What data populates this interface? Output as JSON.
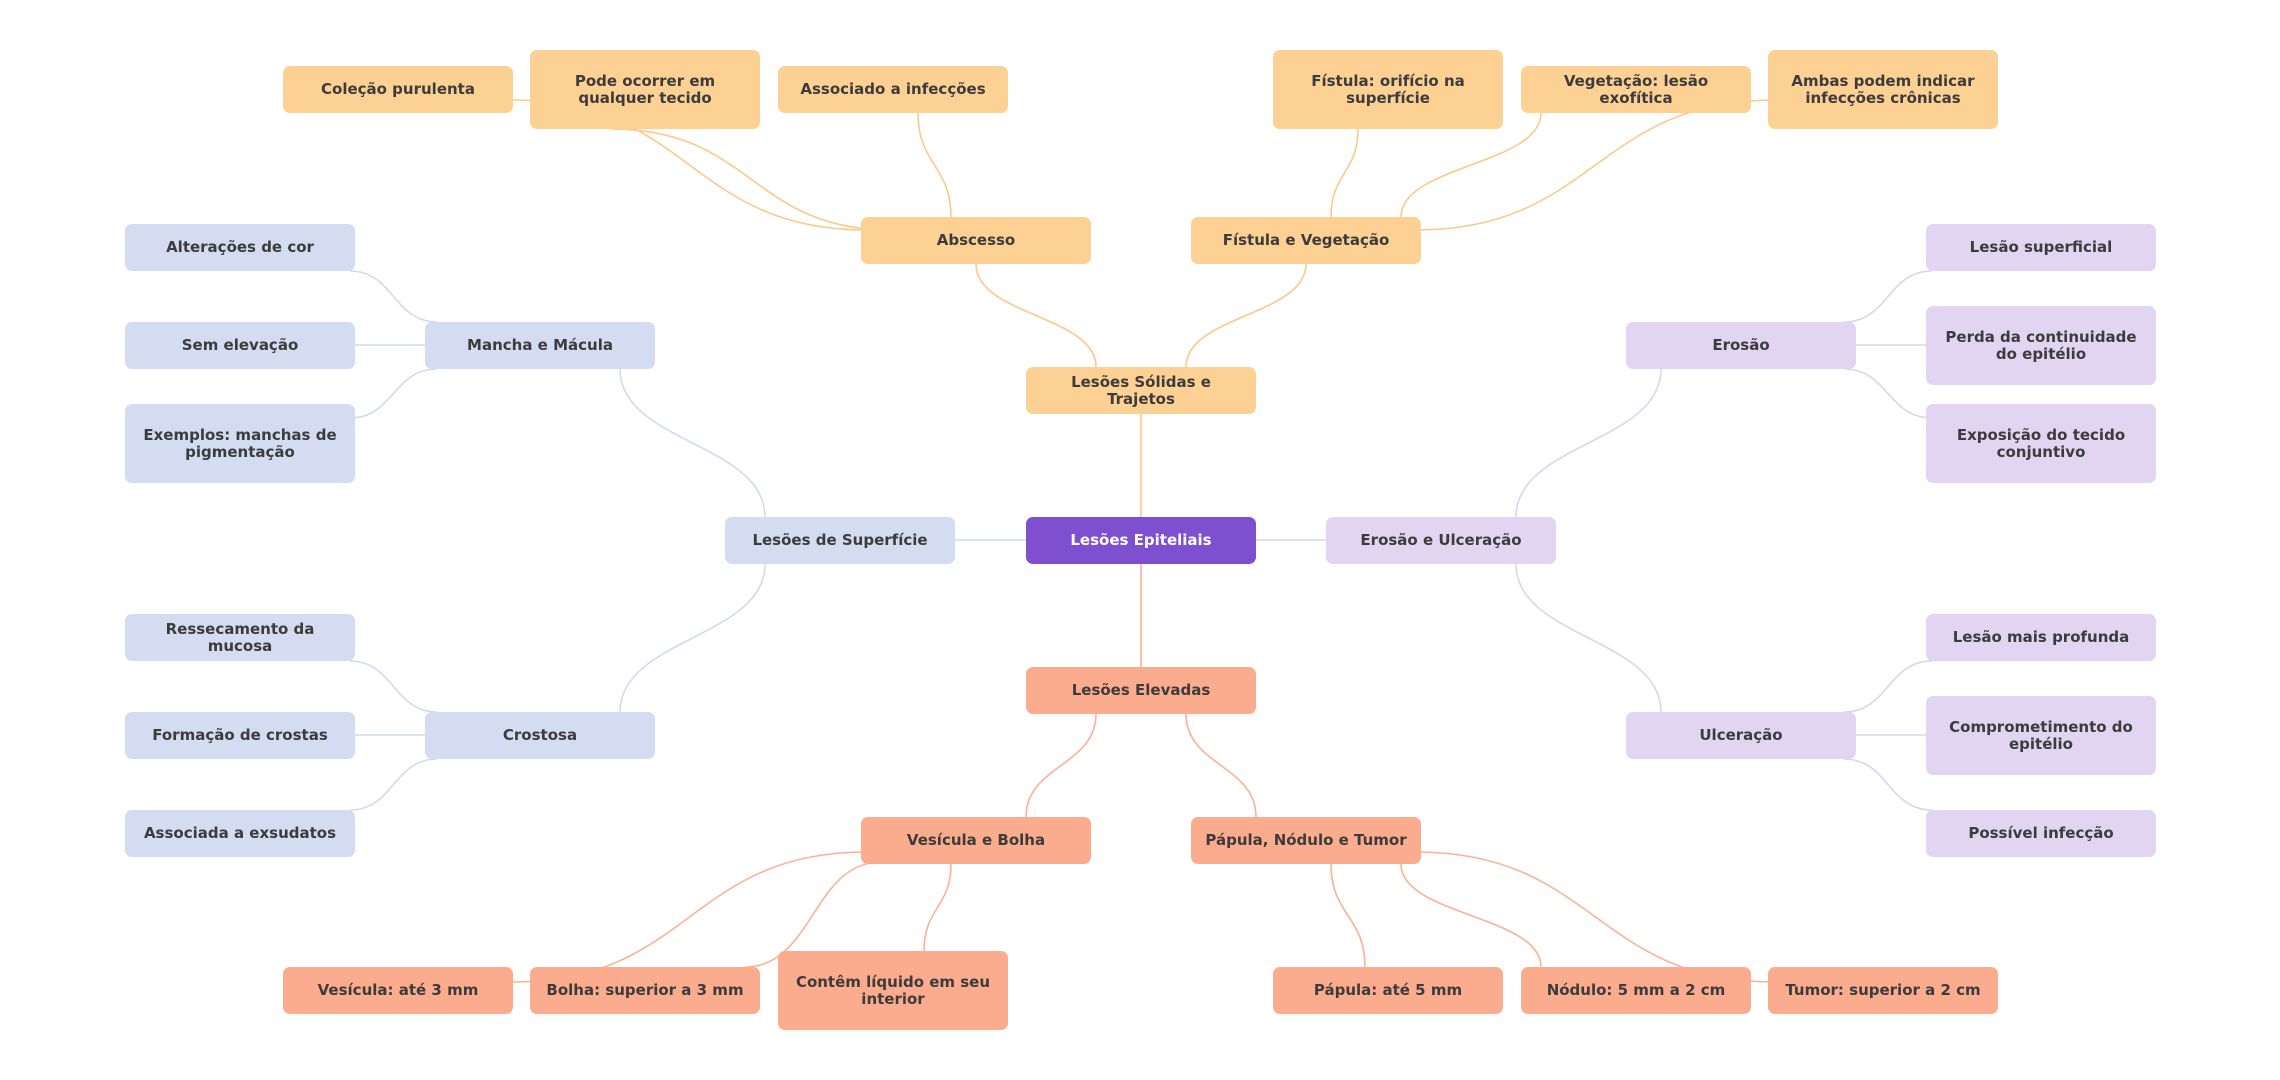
{
  "colors": {
    "root": "#7e4fcf",
    "solid_branch": "#fdd094",
    "elevated_branch": "#fbab8e",
    "surface_branch": "#d4dcf2",
    "erosion_branch": "#e1d5f2",
    "edge_orange": "#fdc88a",
    "edge_salmon": "#fbb195",
    "edge_blue": "#d2d9ef",
    "edge_purple": "#dcd3ee"
  },
  "root": {
    "label": "Lesões Epiteliais"
  },
  "solid": {
    "label": "Lesões Sólidas e Trajetos",
    "abscesso": {
      "label": "Abscesso",
      "children": [
        "Coleção purulenta",
        "Pode ocorrer em qualquer tecido",
        "Associado a infecções"
      ]
    },
    "fistula": {
      "label": "Fístula e Vegetação",
      "children": [
        "Fístula: orifício na superfície",
        "Vegetação: lesão exofítica",
        "Ambas podem indicar infecções crônicas"
      ]
    }
  },
  "elevated": {
    "label": "Lesões Elevadas",
    "vesicula": {
      "label": "Vesícula e Bolha",
      "children": [
        "Vesícula: até 3 mm",
        "Bolha: superior a 3 mm",
        "Contêm líquido em seu interior"
      ]
    },
    "papula": {
      "label": "Pápula, Nódulo e Tumor",
      "children": [
        "Pápula: até 5 mm",
        "Nódulo: 5 mm a 2 cm",
        "Tumor: superior a 2 cm"
      ]
    }
  },
  "surface": {
    "label": "Lesões de Superfície",
    "mancha": {
      "label": "Mancha e Mácula",
      "children": [
        "Alterações de cor",
        "Sem elevação",
        "Exemplos: manchas de pigmentação"
      ]
    },
    "crostosa": {
      "label": "Crostosa",
      "children": [
        "Ressecamento da mucosa",
        "Formação de crostas",
        "Associada a exsudatos"
      ]
    }
  },
  "erosion": {
    "label": "Erosão e Ulceração",
    "erosao": {
      "label": "Erosão",
      "children": [
        "Lesão superficial",
        "Perda da continuidade do epitélio",
        "Exposição do tecido conjuntivo"
      ]
    },
    "ulceracao": {
      "label": "Ulceração",
      "children": [
        "Lesão mais profunda",
        "Comprometimento do epitélio",
        "Possível infecção"
      ]
    }
  }
}
